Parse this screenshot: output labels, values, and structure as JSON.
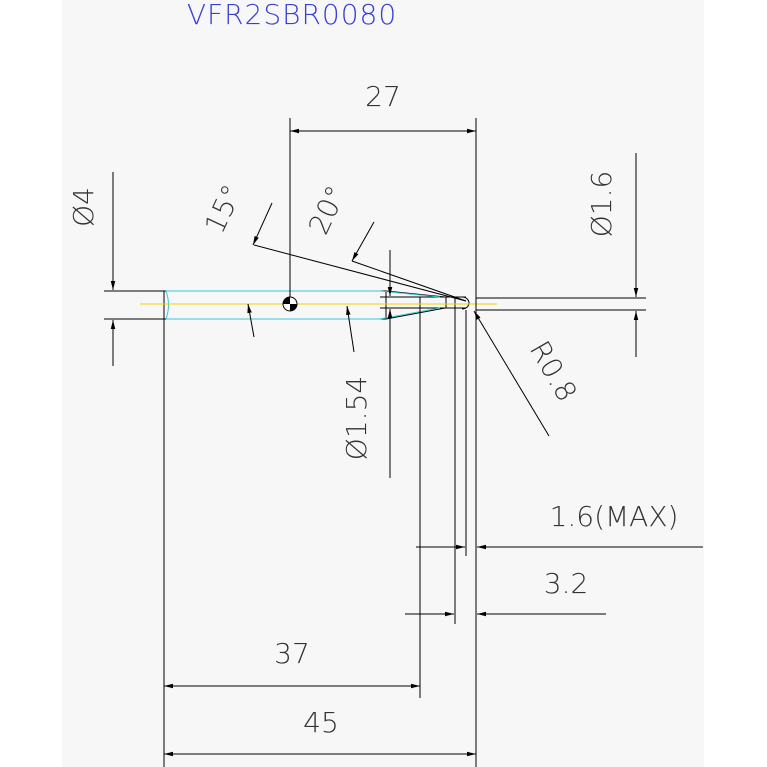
{
  "part_number": "VFR2SBR0080",
  "dimensions": {
    "length_27": "27",
    "shank_dia": "Ø4",
    "angle_15": "15°",
    "angle_20": "20°",
    "tip_dia": "Ø1.6",
    "neck_dia": "Ø1.54",
    "radius": "R0.8",
    "tip_len_max": "1.6(MAX)",
    "flute_len": "3.2",
    "length_37": "37",
    "overall_len": "45"
  },
  "colors": {
    "line": "#000000",
    "tool_outline": "#39c6d8",
    "center_line": "#e8d400",
    "part_number_text": "#3a3fd6"
  }
}
